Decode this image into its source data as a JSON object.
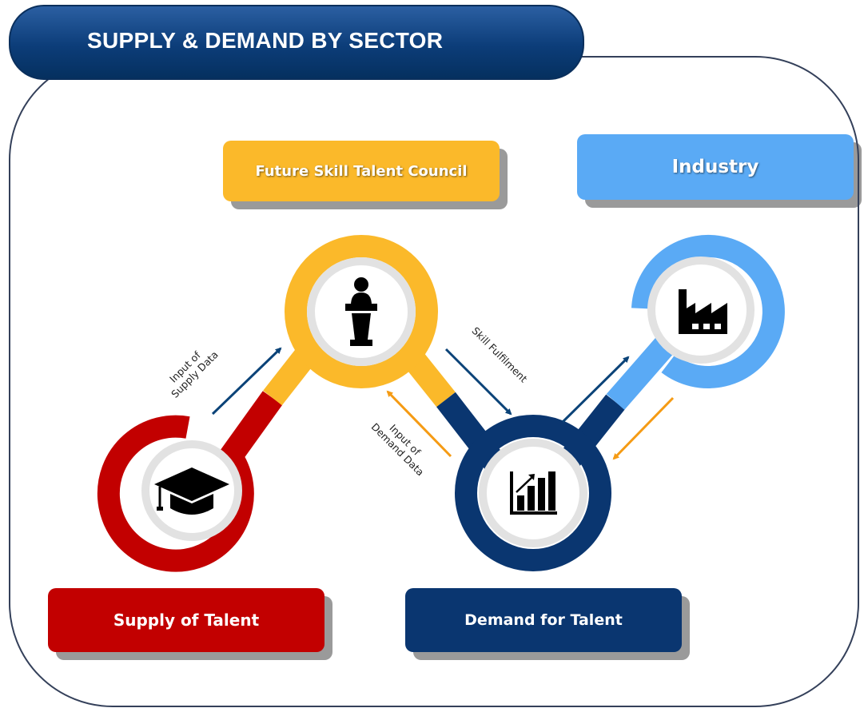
{
  "title": "SUPPLY & DEMAND BY SECTOR",
  "boxes": {
    "council": "Future Skill Talent Council",
    "industry": "Industry",
    "supply": "Supply of Talent",
    "demand": "Demand for Talent"
  },
  "annotations": {
    "supply_input_line1": "Input of",
    "supply_input_line2": "Supply Data",
    "skill_fulfilment": "Skill Fulfilment",
    "demand_input_line1": "Input of",
    "demand_input_line2": "Demand Data"
  },
  "icons": {
    "council": "podium-speaker-icon",
    "industry": "factory-icon",
    "supply": "graduation-cap-icon",
    "demand": "bar-chart-growth-icon"
  },
  "colors": {
    "red": "#c20000",
    "yellow": "#fbb92a",
    "navy": "#0a3670",
    "light_blue": "#5aaaf5",
    "orange_arrow": "#f59b14",
    "navy_arrow": "#0b4378"
  }
}
